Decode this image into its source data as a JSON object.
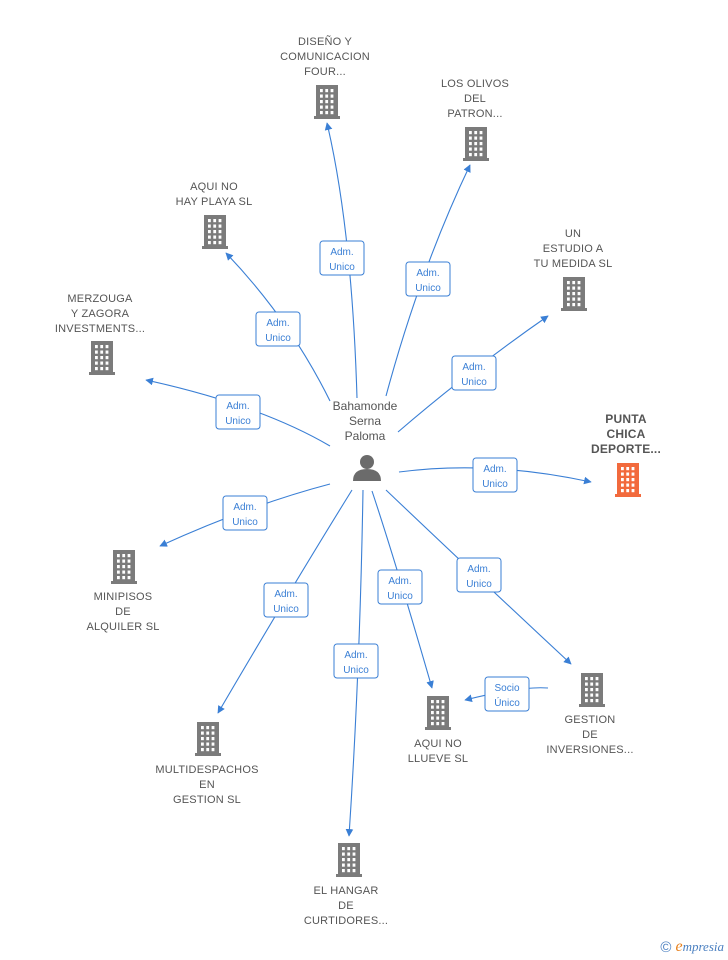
{
  "colors": {
    "edge": "#3a7fd5",
    "building": "#7b7b7b",
    "highlight": "#f26a3d",
    "person": "#6b6b6b"
  },
  "center": {
    "name": [
      "Bahamonde",
      "Serna",
      "Paloma"
    ],
    "icon": "person-icon"
  },
  "companies": [
    {
      "id": "diseno",
      "lines": [
        "DISEÑO Y",
        "COMUNICACION",
        "FOUR..."
      ],
      "highlight": false,
      "icon": "building-icon"
    },
    {
      "id": "olivos",
      "lines": [
        "LOS OLIVOS",
        "DEL",
        "PATRON..."
      ],
      "highlight": false,
      "icon": "building-icon"
    },
    {
      "id": "playa",
      "lines": [
        "AQUI NO",
        "HAY PLAYA SL"
      ],
      "highlight": false,
      "icon": "building-icon"
    },
    {
      "id": "estudio",
      "lines": [
        "UN",
        "ESTUDIO A",
        "TU MEDIDA SL"
      ],
      "highlight": false,
      "icon": "building-icon"
    },
    {
      "id": "merzouga",
      "lines": [
        "MERZOUGA",
        "Y ZAGORA",
        "INVESTMENTS..."
      ],
      "highlight": false,
      "icon": "building-icon"
    },
    {
      "id": "punta",
      "lines": [
        "PUNTA",
        "CHICA",
        "DEPORTE..."
      ],
      "highlight": true,
      "icon": "building-icon"
    },
    {
      "id": "minipisos",
      "lines": [
        "MINIPISOS",
        "DE",
        "ALQUILER SL"
      ],
      "highlight": false,
      "icon": "building-icon"
    },
    {
      "id": "gestion",
      "lines": [
        "GESTION",
        "DE",
        "INVERSIONES..."
      ],
      "highlight": false,
      "icon": "building-icon"
    },
    {
      "id": "llueve",
      "lines": [
        "AQUI NO",
        "LLUEVE SL"
      ],
      "highlight": false,
      "icon": "building-icon"
    },
    {
      "id": "multi",
      "lines": [
        "MULTIDESPACHOS",
        "EN",
        "GESTION SL"
      ],
      "highlight": false,
      "icon": "building-icon"
    },
    {
      "id": "hangar",
      "lines": [
        "EL HANGAR",
        "DE",
        "CURTIDORES..."
      ],
      "highlight": false,
      "icon": "building-icon"
    }
  ],
  "edges": [
    {
      "to": "diseno",
      "label": [
        "Adm.",
        "Unico"
      ]
    },
    {
      "to": "olivos",
      "label": [
        "Adm.",
        "Unico"
      ]
    },
    {
      "to": "playa",
      "label": [
        "Adm.",
        "Unico"
      ]
    },
    {
      "to": "estudio",
      "label": [
        "Adm.",
        "Unico"
      ]
    },
    {
      "to": "merzouga",
      "label": [
        "Adm.",
        "Unico"
      ]
    },
    {
      "to": "punta",
      "label": [
        "Adm.",
        "Unico"
      ]
    },
    {
      "to": "minipisos",
      "label": [
        "Adm.",
        "Unico"
      ]
    },
    {
      "to": "gestion",
      "label": [
        "Adm.",
        "Unico"
      ]
    },
    {
      "to": "llueve",
      "label": [
        "Adm.",
        "Unico"
      ]
    },
    {
      "to": "multi",
      "label": [
        "Adm.",
        "Unico"
      ]
    },
    {
      "to": "hangar",
      "label": [
        "Adm.",
        "Unico"
      ]
    },
    {
      "from": "gestion",
      "to": "llueve",
      "label": [
        "Socio",
        "Único"
      ]
    }
  ],
  "watermark": {
    "copyright": "©",
    "brand_initial": "e",
    "brand_rest": "mpresia"
  }
}
